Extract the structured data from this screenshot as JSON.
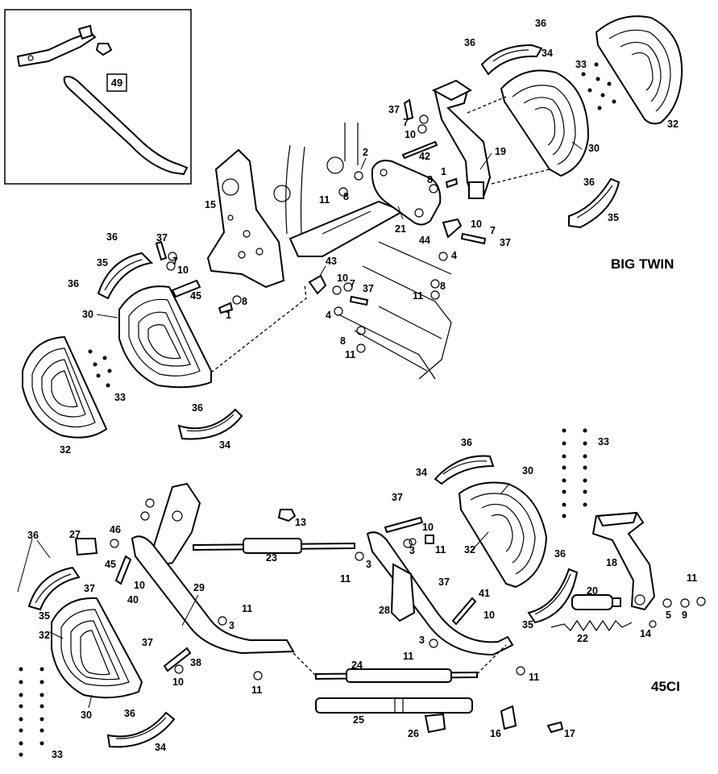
{
  "sections": {
    "big_twin_label": "BIG TWIN",
    "ci45_label": "45CI"
  },
  "inset": {
    "number": "49"
  },
  "part_numbers": {
    "n36a": "36",
    "n36b": "36",
    "n34a": "34",
    "n33a": "33",
    "n32a": "32",
    "n37a": "37",
    "n7a": "7",
    "n10a": "10",
    "n42": "42",
    "n19": "19",
    "n30a": "30",
    "n2": "2",
    "n11a": "11",
    "n8a": "8",
    "n8b": "8",
    "n1a": "1",
    "n36c": "36",
    "n35a": "35",
    "n15": "15",
    "n21": "21",
    "n44": "44",
    "n10b": "10",
    "n7b": "7",
    "n37b": "37",
    "n4a": "4",
    "n8c": "8",
    "n11b": "11",
    "n36d": "36",
    "n37c": "37",
    "n7c": "7",
    "n35b": "35",
    "n10c": "10",
    "n36e": "36",
    "n45a": "45",
    "n30b": "30",
    "n8d": "8",
    "n1b": "1",
    "n43": "43",
    "n10d": "10",
    "n7d": "7",
    "n37d": "37",
    "n4b": "4",
    "n8e": "8",
    "n11c": "11",
    "n33b": "33",
    "n32b": "32",
    "n36f": "36",
    "n34b": "34",
    "n36g": "36",
    "n34c": "34",
    "n30c": "30",
    "n33c": "33",
    "n13": "13",
    "n37e": "37",
    "n10e": "10",
    "n3a": "3",
    "n11d": "11",
    "n32c": "32",
    "n36h": "36",
    "n18": "18",
    "n11e": "11",
    "n27": "27",
    "n46": "46",
    "n23": "23",
    "n45b": "45",
    "n10f": "10",
    "n37f": "37",
    "n40": "40",
    "n29": "29",
    "n11f": "11",
    "n3b": "3",
    "n37g": "37",
    "n41": "41",
    "n28": "28",
    "n20": "20",
    "n35c": "35",
    "n10g": "10",
    "n5": "5",
    "n9": "9",
    "n14": "14",
    "n22": "22",
    "n36i": "36",
    "n35d": "35",
    "n32d": "32",
    "n3c": "3",
    "n11g": "11",
    "n11h": "11",
    "n37h": "37",
    "n38": "38",
    "n24": "24",
    "n10h": "10",
    "n11i": "11",
    "n30d": "30",
    "n36j": "36",
    "n25": "25",
    "n26": "26",
    "n16": "16",
    "n17": "17",
    "n34d": "34",
    "n33d": "33"
  }
}
